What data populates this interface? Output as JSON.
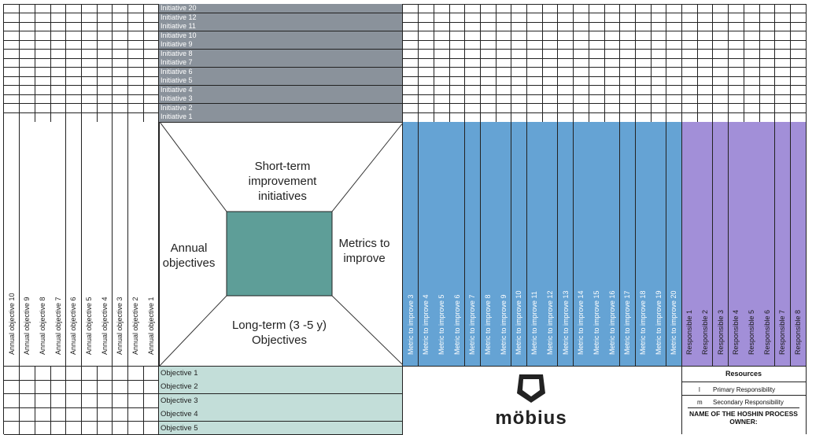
{
  "initiatives": [
    "Initiative 20",
    "Initiative 12",
    "Initiative 11",
    "Initiative 10",
    "Initiative 9",
    "Initiative 8",
    "Initiative 7",
    "Initiative 6",
    "Initiative 5",
    "Initiative 4",
    "Initiative 3",
    "Initiative 2",
    "Initiative 1"
  ],
  "annual_objectives": [
    "Annual objective 10",
    "Annual objective 9",
    "Annual objective 8",
    "Annual objective 7",
    "Annual objective 6",
    "Annual objective 5",
    "Annual objective 4",
    "Annual objective 3",
    "Annual objective 2",
    "Annual objective 1"
  ],
  "metrics": [
    "Metric to improve 3",
    "Metric to improve 4",
    "Metric to improve 5",
    "Metric to improve 6",
    "Metric to improve 7",
    "Metric to improve 8",
    "Metric to improve 9",
    "Metric to improve 10",
    "Metric to improve 11",
    "Metric to improve 12",
    "Metric to improve 13",
    "Metric to improve 14",
    "Metric to improve 15",
    "Metric to improve 16",
    "Metric to improve 17",
    "Metric to improve 18",
    "Metric to improve 19",
    "Metric to improve 20"
  ],
  "responsibles": [
    "Responsible 1",
    "Responsible 2",
    "Responsible 3",
    "Responsible 4",
    "Responsible 5",
    "Responsible 6",
    "Responsible 7",
    "Responsible 8"
  ],
  "objectives": [
    "Objective 1",
    "Objective 2",
    "Objective 3",
    "Objective 4",
    "Objective 5"
  ],
  "center": {
    "top": "Short-term improvement initiatives",
    "left": "Annual objectives",
    "right": "Metrics to improve",
    "bottom": "Long-term (3 -5 y) Objectives"
  },
  "resources": {
    "title": "Resources",
    "primary_symbol": "l",
    "primary_label": "Primary Responsibility",
    "secondary_symbol": "m",
    "secondary_label": "Secondary Responsibility",
    "owner_label": "NAME OF THE HOSHIN PROCESS OWNER:"
  },
  "logo_text": "möbius",
  "colors": {
    "initiative_bg": "#8a929b",
    "metric_bg": "#65a3d4",
    "responsible_bg": "#a28fd8",
    "objective_bg": "#c3ded9",
    "center_box": "#5e9e98"
  }
}
